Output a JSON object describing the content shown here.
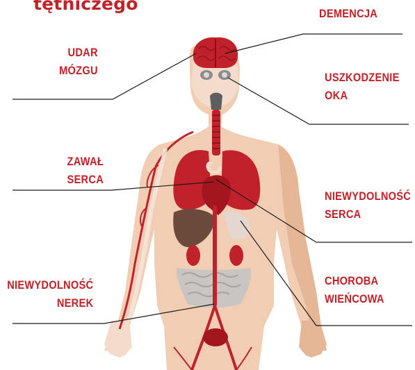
{
  "title": "tętniczego",
  "colors": {
    "accent": "#c22127",
    "skin": "#f1cdb3",
    "organ": "#c0212b",
    "line": "#1a1a1a"
  },
  "labels": {
    "demencja": [
      "DEMENCJA"
    ],
    "udar": [
      "UDAR",
      "MÓZGU"
    ],
    "oko": [
      "USZKODZENIE",
      "OKA"
    ],
    "zawal": [
      "ZAWAŁ",
      "SERCA"
    ],
    "niewydolnosc_serca": [
      "NIEWYDOLNOŚĆ",
      "SERCA"
    ],
    "choroba": [
      "CHOROBA",
      "WIEŃCOWA"
    ],
    "nerki": [
      "NIEWYDOLNOŚĆ",
      "NEREK"
    ]
  }
}
